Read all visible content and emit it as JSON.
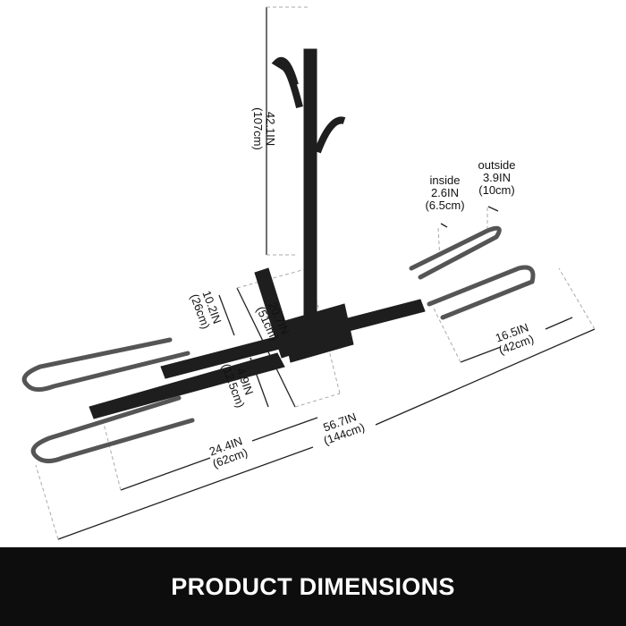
{
  "dimensions": {
    "height": {
      "in": "42.1IN",
      "cm": "(107cm)"
    },
    "mast_offset": {
      "in": "10.2IN",
      "cm": "(26cm)"
    },
    "hitch_depth": {
      "in": "20.7IN",
      "cm": "(51cm)"
    },
    "tray_offset": {
      "in": "4.9IN",
      "cm": "(12.5cm)"
    },
    "tray_spacing": {
      "in": "24.4IN",
      "cm": "(62cm)"
    },
    "total_width": {
      "in": "56.7IN",
      "cm": "(144cm)"
    },
    "tray_length": {
      "in": "16.5IN",
      "cm": "(42cm)"
    },
    "inside_width": {
      "label": "inside",
      "in": "2.6IN",
      "cm": "(6.5cm)"
    },
    "outside_width": {
      "label": "outside",
      "in": "3.9IN",
      "cm": "(10cm)"
    }
  },
  "banner": {
    "title": "PRODUCT DIMENSIONS"
  },
  "colors": {
    "banner": "#0d0d0d",
    "rack": "#1e1e1e",
    "tray": "#555555"
  }
}
